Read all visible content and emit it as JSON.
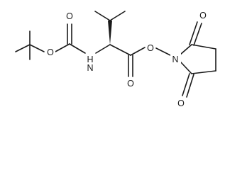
{
  "molecule": {
    "atoms": {
      "o_carbonyl_boc": "O",
      "o_ether_boc": "O",
      "n_amide": "H\nN",
      "o_ester_single": "O",
      "o_ester_carbonyl": "O",
      "n_imide": "N",
      "o_imide_top": "O",
      "o_imide_bottom": "O"
    }
  }
}
